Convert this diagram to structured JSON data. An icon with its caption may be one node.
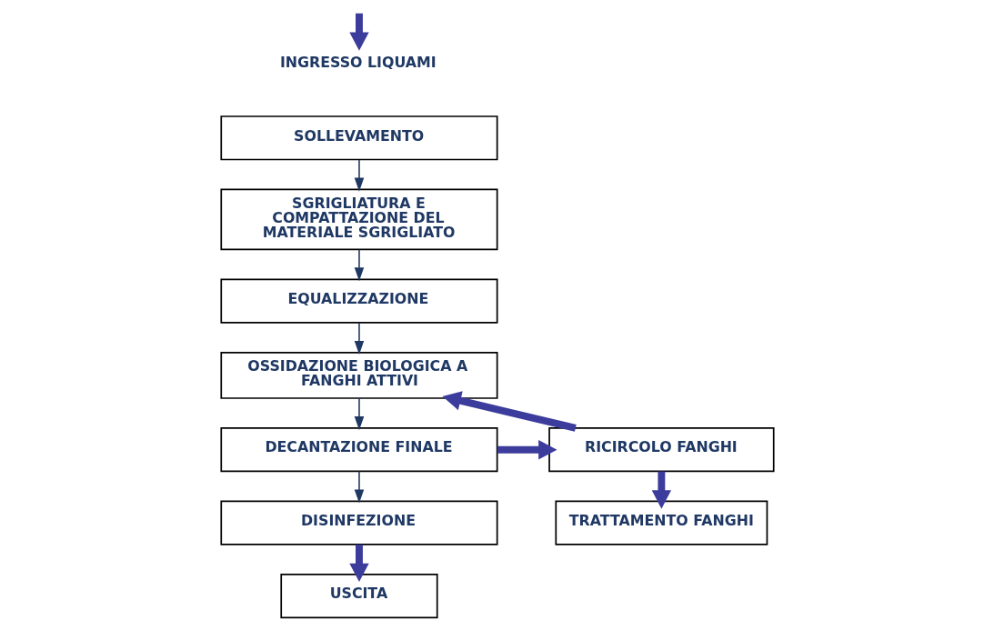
{
  "diagram": {
    "nodes": [
      {
        "text": [
          "INGRESSO LIQUAMI"
        ]
      },
      {
        "text": [
          "SOLLEVAMENTO"
        ]
      },
      {
        "text": [
          "SGRIGLIATURA E COMPATTAZIONE DEL MATERIALE SGRIGLIATO"
        ]
      },
      {
        "text": [
          "EQUALIZZAZIONE"
        ]
      },
      {
        "text": [
          "OSSIDAZIONE BIOLOGICA A FANGHI ATTIVI"
        ]
      },
      {
        "text": [
          "DECANTAZIONE FINALE"
        ]
      },
      {
        "text": [
          "RICIRCOLO FANGHI"
        ]
      },
      {
        "text": [
          "DISINFEZIONE"
        ]
      },
      {
        "text": [
          "TRATTAMENTO FANGHI"
        ]
      },
      {
        "text": [
          "USCITA"
        ]
      }
    ],
    "edges": [
      {
        "from": null,
        "to": 0,
        "arrow": "to",
        "style": "thick",
        "color": "#3c3c9c"
      },
      {
        "from": 1,
        "to": 2,
        "arrow": "to"
      },
      {
        "from": 2,
        "to": 3,
        "arrow": "to"
      },
      {
        "from": 3,
        "to": 4,
        "arrow": "to"
      },
      {
        "from": 4,
        "to": 5,
        "arrow": "to"
      },
      {
        "from": 5,
        "to": 6,
        "arrow": "to",
        "style": "thick",
        "color": "#3c3c9c"
      },
      {
        "from": 6,
        "to": 4,
        "arrow": "to",
        "style": "thick",
        "color": "#3c3c9c"
      },
      {
        "from": 5,
        "to": 7,
        "arrow": "to"
      },
      {
        "from": 6,
        "to": 8,
        "arrow": "to",
        "style": "thick",
        "color": "#3c3c9c"
      },
      {
        "from": 7,
        "to": 9,
        "arrow": "to",
        "style": "thick",
        "color": "#3c3c9c"
      }
    ]
  }
}
